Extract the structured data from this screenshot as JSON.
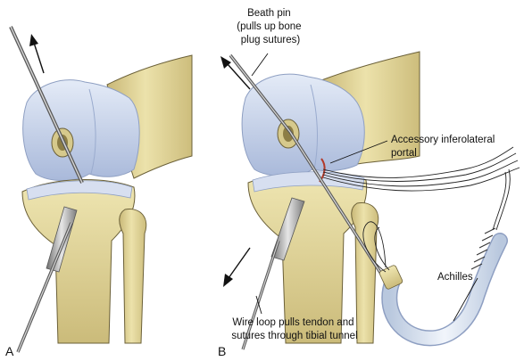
{
  "panels": [
    {
      "id": "A",
      "label": "A"
    },
    {
      "id": "B",
      "label": "B"
    }
  ],
  "labels": {
    "beath_pin": [
      "Beath pin",
      "(pulls up bone",
      "plug sutures)"
    ],
    "portal": [
      "Accessory inferolateral",
      "portal"
    ],
    "achilles": "Achilles",
    "wire_loop": [
      "Wire loop pulls tendon and",
      "sutures through tibial tunnel"
    ]
  },
  "colors": {
    "bone": "#e7dca0",
    "bone_shadow": "#c4b474",
    "bone_outline": "#6b6038",
    "cartilage": "#c7d3ea",
    "cartilage_edge": "#8e9fc2",
    "pin_metal": "#9a9a9a",
    "tendon": "#dde6f2",
    "incision": "#b23a2a"
  }
}
